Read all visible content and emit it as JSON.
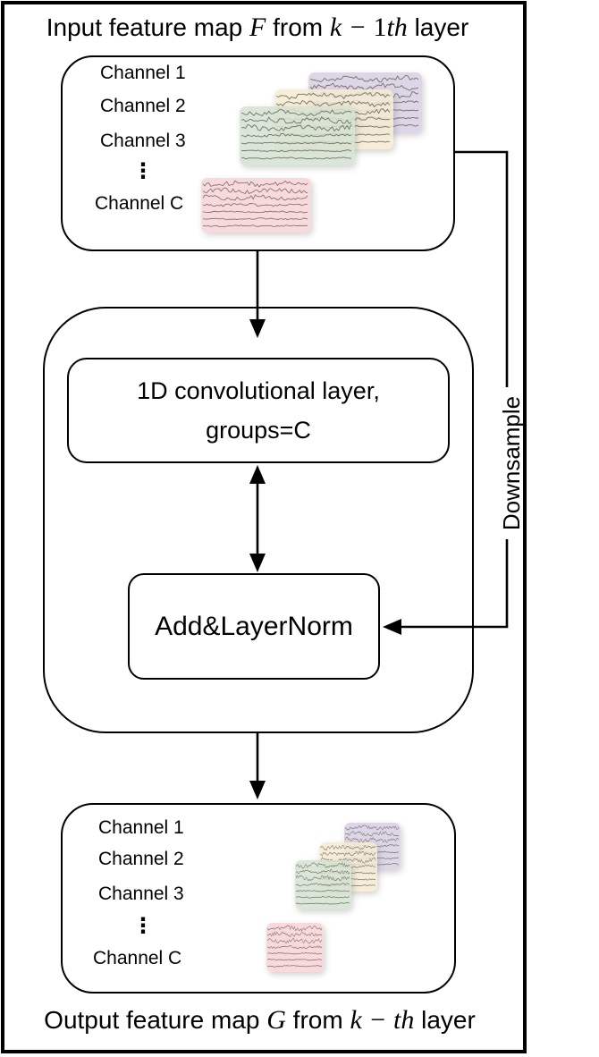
{
  "title": {
    "prefix": "Input feature map ",
    "f_var": "F",
    "mid": " from ",
    "k_pre": "k − ",
    "k_num": "1",
    "k_suf": "th",
    "suffix": " layer"
  },
  "caption": {
    "prefix": "Output feature map ",
    "g_var": "G",
    "mid": " from ",
    "k_pre": "k − ",
    "k_num": "",
    "k_suf": "th",
    "suffix": " layer"
  },
  "input_panel": {
    "channel_labels": [
      "Channel 1",
      "Channel 2",
      "Channel 3"
    ],
    "ellipsis": "⋮",
    "channel_c_label": "Channel C",
    "signal_images": [
      "purple",
      "yellow",
      "green",
      "pink"
    ]
  },
  "process_block": {
    "conv_line1": "1D convolutional layer,",
    "conv_line2": "groups=C",
    "addnorm_label": "Add&LayerNorm"
  },
  "downsample_label": "Downsample",
  "output_panel": {
    "channel_labels": [
      "Channel 1",
      "Channel 2",
      "Channel 3"
    ],
    "ellipsis": "⋮",
    "channel_c_label": "Channel C",
    "signal_images": [
      "purple",
      "yellow",
      "green",
      "pink"
    ]
  },
  "colors": {
    "purple": "#d7cfe2",
    "yellow": "#f5ebd1",
    "green": "#d3e2d1",
    "pink": "#f7d3d6",
    "outline": "#000000",
    "signal_line": "#57534d"
  }
}
